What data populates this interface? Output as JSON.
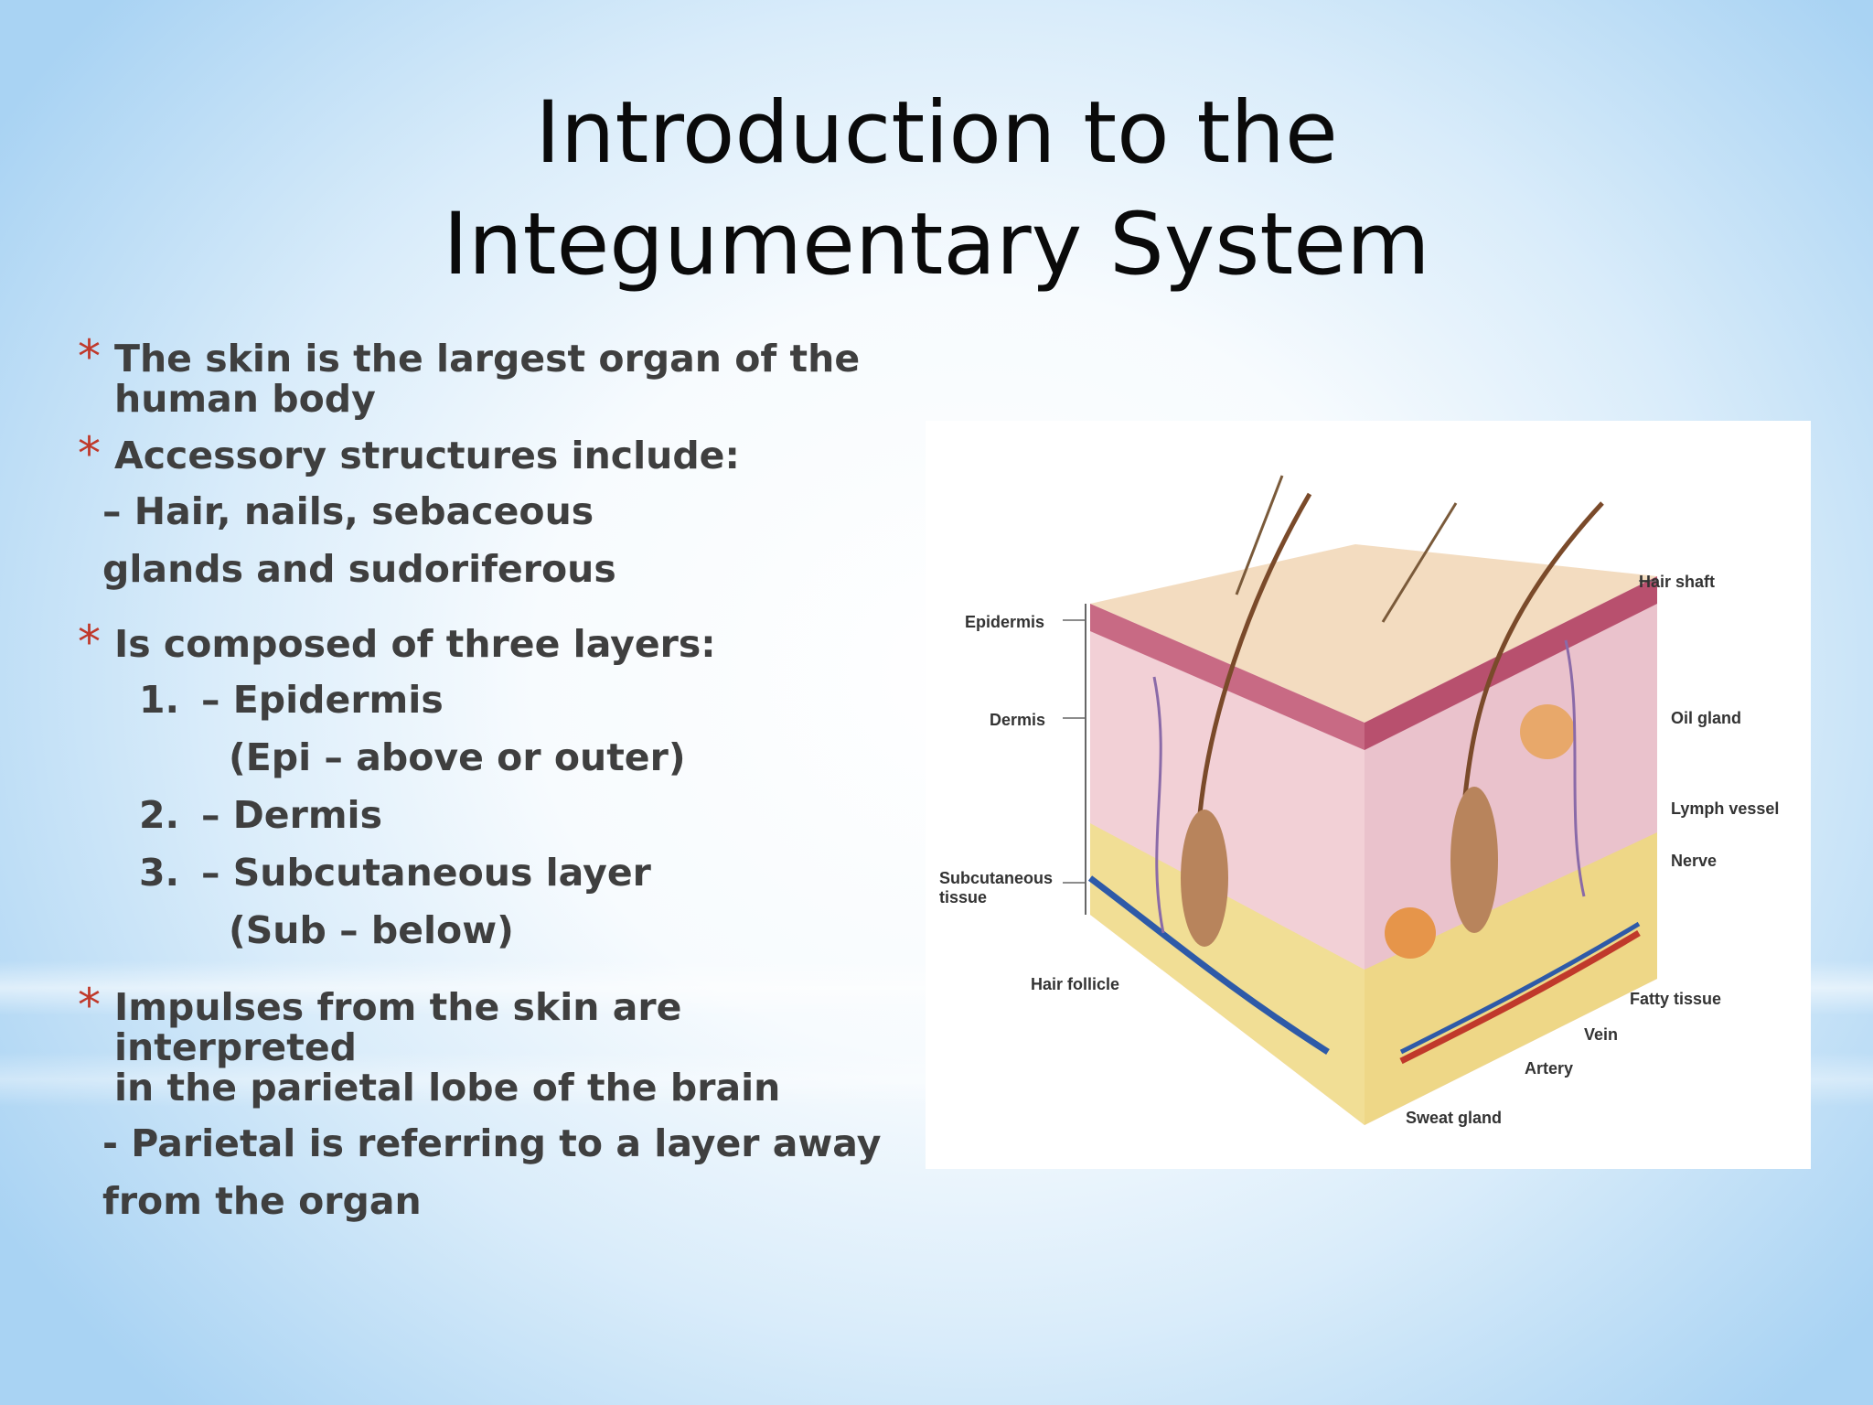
{
  "slide": {
    "title_line1": "Introduction to the",
    "title_line2": "Integumentary System",
    "bullets": {
      "b1_line1": "The skin is the largest organ of the",
      "b1_line2": "human body",
      "b2": "Accessory structures include:",
      "b2_sub_line1": "– Hair, nails, sebaceous",
      "b2_sub_line2": "glands and sudoriferous",
      "b3": "Is composed of three layers:",
      "layers": [
        {
          "num": "1.",
          "text": "– Epidermis"
        },
        {
          "num": "2.",
          "text": "– Dermis"
        },
        {
          "num": "3.",
          "text": "– Subcutaneous layer"
        }
      ],
      "epi_note": "(Epi – above or outer)",
      "sub_note": "(Sub – below)",
      "b4_line1": "Impulses from the skin are interpreted",
      "b4_line2": "in the parietal lobe of the brain",
      "b4_sub_line1": "- Parietal is referring to a layer away",
      "b4_sub_line2": "from the organ"
    },
    "bullet_symbol": "*",
    "bullet_color": "#c0392b"
  },
  "diagram": {
    "labels": {
      "epidermis": "Epidermis",
      "dermis": "Dermis",
      "subcutaneous1": "Subcutaneous",
      "subcutaneous2": "tissue",
      "hair_follicle": "Hair follicle",
      "hair_shaft": "Hair shaft",
      "oil_gland": "Oil gland",
      "lymph_vessel": "Lymph vessel",
      "nerve": "Nerve",
      "fatty_tissue": "Fatty tissue",
      "vein": "Vein",
      "artery": "Artery",
      "sweat_gland": "Sweat gland"
    }
  }
}
